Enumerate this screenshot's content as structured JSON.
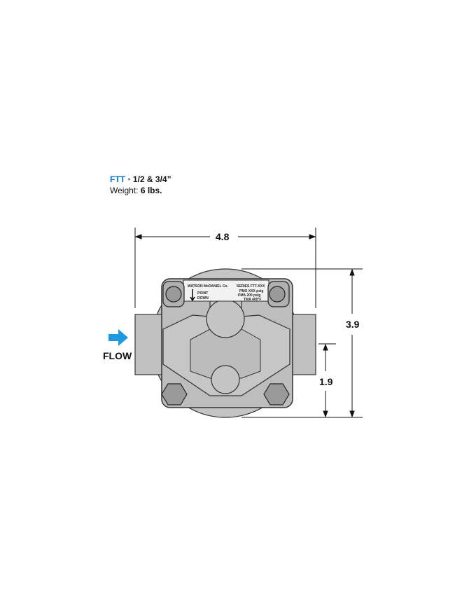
{
  "header": {
    "model": "FTT",
    "separator": "•",
    "sizes": "1/2 & 3/4”",
    "weight_label": "Weight:",
    "weight_value": "6 lbs."
  },
  "dimensions": {
    "width": "4.8",
    "height": "3.9",
    "center_height": "1.9"
  },
  "flow": {
    "label": "FLOW",
    "arrow_color": "#1e9be0"
  },
  "nameplate": {
    "maker": "WATSON McDANIEL Co.",
    "point": "POINT",
    "down": "DOWN",
    "series": "SERIES FTT-XXX",
    "pmo": "PMO XXX psig",
    "pma": "PMA 200 psig",
    "tma": "TMA 400°F"
  },
  "colors": {
    "accent": "#0a72c4",
    "body": "#bdbdbd"
  }
}
